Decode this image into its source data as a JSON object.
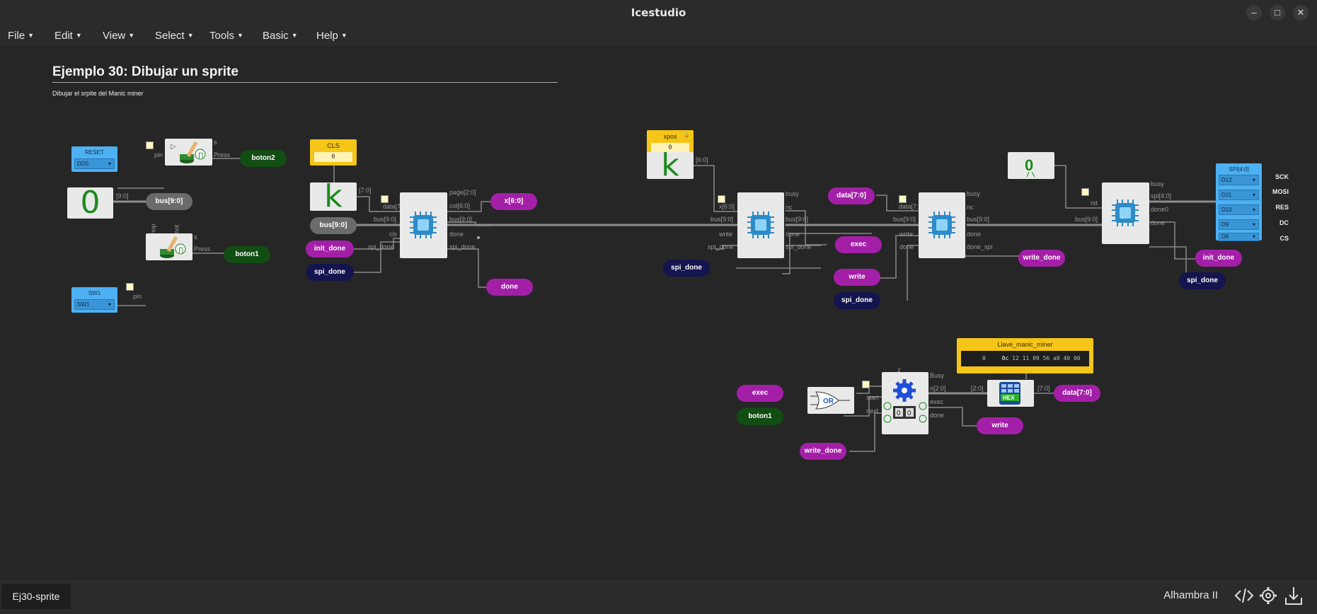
{
  "window": {
    "title": "Icestudio"
  },
  "menu": [
    "File",
    "Edit",
    "View",
    "Select",
    "Tools",
    "Basic",
    "Help"
  ],
  "canvas": {
    "title": "Ejemplo 30: Dibujar un sprite",
    "subtitle": "Dibujar el srpite del Manic miner"
  },
  "inputs": {
    "reset": {
      "label": "RESET",
      "pin": "DD0"
    },
    "sw1": {
      "label": "SW1",
      "pin": "SW1"
    }
  },
  "spi": {
    "label": "SPI[4:0]",
    "pins": [
      "D12",
      "D11",
      "D10",
      "D9",
      "D8"
    ],
    "names": [
      "SCK",
      "MOSI",
      "RES",
      "DC",
      "CS"
    ]
  },
  "constants": {
    "cls": {
      "label": "CLS",
      "value": "0"
    },
    "xpos": {
      "label": "xpos",
      "value": "0"
    },
    "mem": {
      "label": "Llave_manic_miner",
      "values": [
        "0",
        "0c",
        "12",
        "11",
        "09",
        "56",
        "a0",
        "40",
        "00"
      ]
    }
  },
  "blocks": {
    "zero": "0",
    "k1": "k",
    "k2": "k"
  },
  "ports": {
    "bus90_a": "[9:0]",
    "pin": "pin",
    "press": "Press",
    "s": "s",
    "nop": "nop",
    "not": "not",
    "k70": "[7:0]",
    "k60": "[6:0]",
    "data70": "data[7:0]",
    "bus90": "bus[9:0]",
    "cls": "cls",
    "spi_done": "spi_done",
    "page20": "page[2:0]",
    "col60": "col[6:0]",
    "done": "done",
    "x60": "x[6:0]",
    "write": "write",
    "busy": "busy",
    "nc": "nc",
    "done_spi": "done_spi",
    "rst": "rst",
    "spi40": "spi[4:0]",
    "done0": "done0",
    "start": "start",
    "next": "next",
    "n20": "n[2:0]",
    "Busy": "Busy",
    "exec": "exec",
    "b20": "[2:0]",
    "b70": "[7:0]",
    "hex": "HEX",
    "or": "OR"
  },
  "labels": {
    "boton2": "boton2",
    "bus90": "bus[9:0]",
    "boton1": "boton1",
    "bus90_in": "bus[9:0]",
    "init_done": "init_done",
    "spi_done": "spi_done",
    "x60": "x[6:0]",
    "done": "done",
    "spi_done2": "spi_done",
    "exec": "exec",
    "data70": "data[7:0]",
    "write": "write",
    "spi_done3": "spi_done",
    "write_done": "write_done",
    "init_done2": "init_done",
    "spi_done4": "spi_done",
    "exec_in": "exec",
    "boton1_in": "boton1",
    "write_done2": "write_done",
    "write_out": "write",
    "data70_out": "data[7:0]"
  },
  "bottom": {
    "tab": "Ej30-sprite",
    "board": "Alhambra II"
  },
  "icons": {
    "code": "code-icon",
    "settings": "settings-icon",
    "download": "download-icon"
  }
}
